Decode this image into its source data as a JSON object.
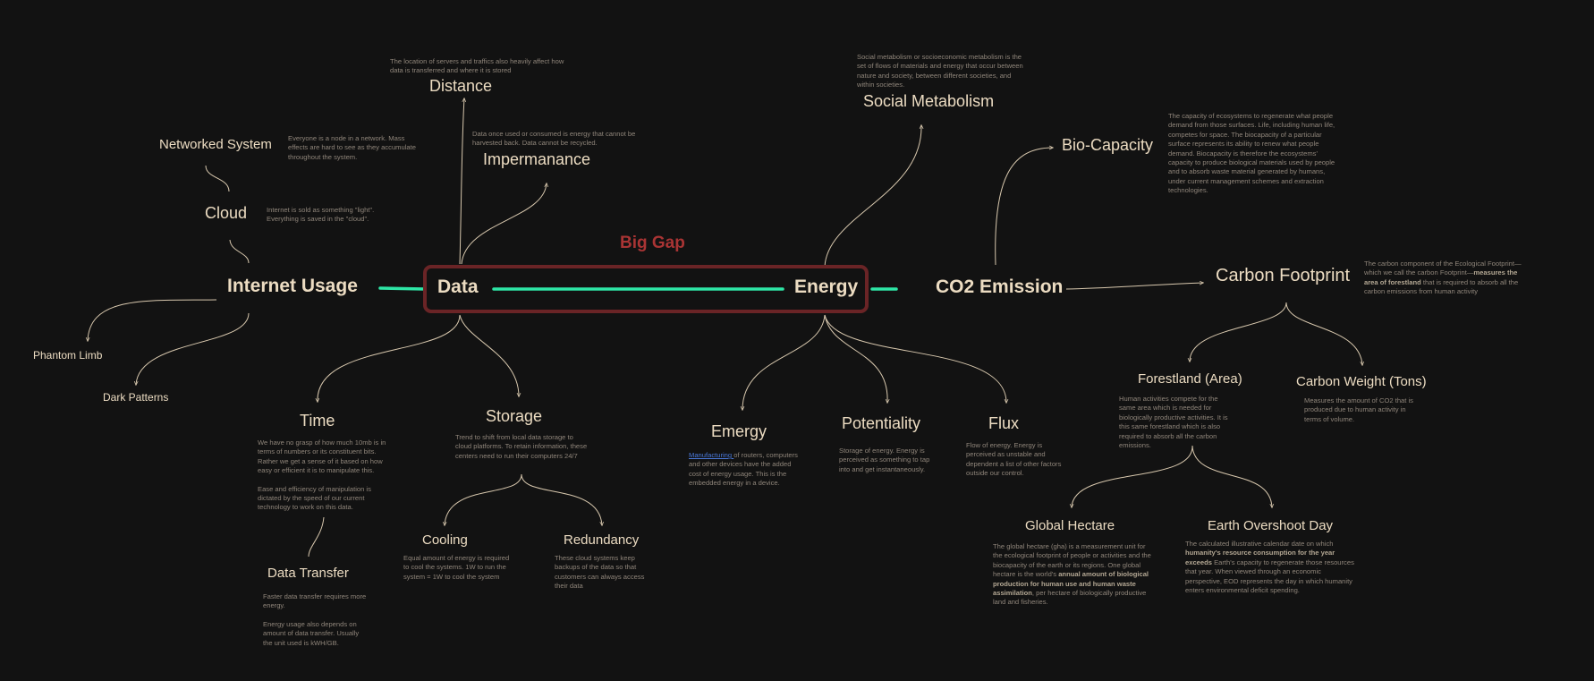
{
  "gap": {
    "title": "Big Gap"
  },
  "nodes": {
    "internet_usage": "Internet Usage",
    "data": "Data",
    "energy": "Energy",
    "co2_emission": "CO2 Emission",
    "carbon_footprint": "Carbon Footprint",
    "distance": "Distance",
    "impermanance": "Impermanance",
    "networked_system": "Networked System",
    "cloud": "Cloud",
    "phantom_limb": "Phantom Limb",
    "dark_patterns": "Dark Patterns",
    "time": "Time",
    "storage": "Storage",
    "data_transfer": "Data Transfer",
    "cooling": "Cooling",
    "redundancy": "Redundancy",
    "social_metabolism": "Social Metabolism",
    "bio_capacity": "Bio-Capacity",
    "emergy": "Emergy",
    "potentiality": "Potentiality",
    "flux": "Flux",
    "forestland": "Forestland (Area)",
    "carbon_weight": "Carbon Weight (Tons)",
    "global_hectare": "Global Hectare",
    "earth_overshoot_day": "Earth Overshoot Day"
  },
  "notes": {
    "distance": "The location of servers and traffics also heavily affect how data is transferred and where it is stored",
    "impermanance": "Data once used or consumed is energy that cannot be harvested back. Data cannot be recycled.",
    "networked_system": "Everyone is a node in a network. Mass effects are hard to see as they accumulate throughout the system.",
    "cloud": "Internet is sold as something \"light\". Everything is saved in the \"cloud\".",
    "time_1": "We have no grasp of how much 10mb is in terms of numbers or its constituent bits. Rather we get a sense of it based on how easy or efficient it is to manipulate this.",
    "time_2": "Ease and efficiency of manipulation is dictated by the speed of our current technology to work on this data.",
    "storage": "Trend to shift from local data storage to cloud platforms. To retain information, these centers need to run their computers 24/7",
    "data_transfer_1": "Faster data transfer requires more energy.",
    "data_transfer_2": "Energy usage also depends on amount of data transfer. Usually the unit used is kWH/GB.",
    "cooling": "Equal amount of energy is required to cool the systems. 1W to run the system = 1W to cool the system",
    "redundancy": "These cloud systems keep backups of the data so that customers can always access their data",
    "social_metabolism": "Social metabolism or socioeconomic metabolism is the set of flows of materials and energy that occur between nature and society, between different societies, and within societies.",
    "bio_capacity": "The capacity of ecosystems to regenerate what people demand from those surfaces. Life, including human life, competes for space. The biocapacity of a particular surface represents its ability to renew what people demand. Biocapacity is therefore the ecosystems' capacity to produce biological materials used by people and to absorb waste material generated by humans, under current management schemes and extraction technologies.",
    "carbon_footprint_a": "The carbon component of the Ecological Footprint—which we call the carbon Footprint—",
    "carbon_footprint_b": "measures the area of forestland",
    "carbon_footprint_c": " that is required to absorb all the carbon emissions from human activity",
    "emergy_link": "Manufacturing ",
    "emergy_rest": "of routers, computers and other devices have the added cost of energy usage. This is the embedded energy in a device.",
    "potentiality": "Storage of energy. Energy is perceived as something to tap into and get instantaneously.",
    "flux": "Flow of energy. Energy is perceived as unstable and dependent a list of other factors outside our control.",
    "forestland": "Human activities compete for the same area which is needed for biologically productive activities. It is this same forestland which is also required to absorb all the carbon emissions.",
    "carbon_weight": "Measures the amount of CO2 that is produced due to human activity in terms of volume.",
    "global_hectare_a": "The global hectare (gha) is a measurement unit for the ecological footprint of people or activities and the biocapacity of the earth or its regions. One global hectare is the world's ",
    "global_hectare_b": "annual amount of biological production for human use and human waste assimilation",
    "global_hectare_c": ", per hectare of biologically productive land and fisheries.",
    "overshoot_a": "The calculated illustrative calendar date on which ",
    "overshoot_b": "humanity's resource consumption for the year exceeds",
    "overshoot_c": " Earth's capacity to regenerate those resources that year. When viewed through an economic perspective, EOD represents the day in which humanity enters environmental deficit spending."
  },
  "colors": {
    "accent_green": "#2ee6a6",
    "gap_red": "#a93434",
    "gap_border": "#6a2426",
    "line": "#d8c8ae"
  }
}
